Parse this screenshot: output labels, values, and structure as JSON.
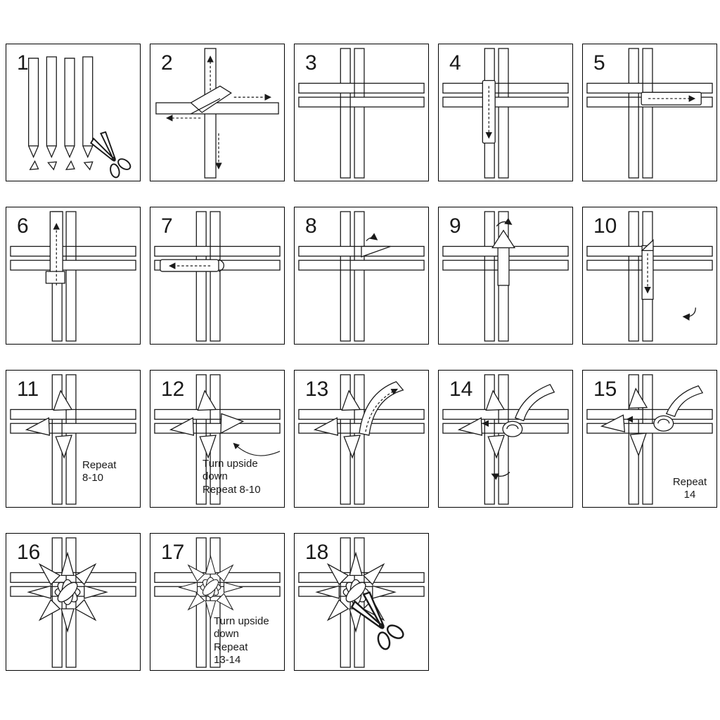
{
  "colors": {
    "ink": "#1a1a1a",
    "background": "#ffffff"
  },
  "panels": [
    {
      "num": "1",
      "note": ""
    },
    {
      "num": "2",
      "note": ""
    },
    {
      "num": "3",
      "note": ""
    },
    {
      "num": "4",
      "note": ""
    },
    {
      "num": "5",
      "note": ""
    },
    {
      "num": "6",
      "note": ""
    },
    {
      "num": "7",
      "note": ""
    },
    {
      "num": "8",
      "note": ""
    },
    {
      "num": "9",
      "note": ""
    },
    {
      "num": "10",
      "note": ""
    },
    {
      "num": "11",
      "note": "Repeat\n8-10"
    },
    {
      "num": "12",
      "note": "Turn upside\ndown\nRepeat 8-10"
    },
    {
      "num": "13",
      "note": ""
    },
    {
      "num": "14",
      "note": ""
    },
    {
      "num": "15",
      "note": "Repeat\n14"
    },
    {
      "num": "16",
      "note": ""
    },
    {
      "num": "17",
      "note": "Turn upside\ndown\nRepeat\n13-14"
    },
    {
      "num": "18",
      "note": ""
    }
  ]
}
